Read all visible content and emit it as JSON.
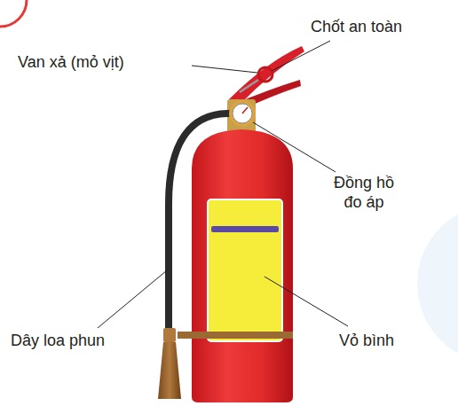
{
  "diagram": {
    "labels": [
      "Chốt an toàn",
      "Van xả (mỏ vịt)",
      "Đồng hồ đo áp",
      "Dây loa phun",
      "Vỏ bình"
    ]
  }
}
